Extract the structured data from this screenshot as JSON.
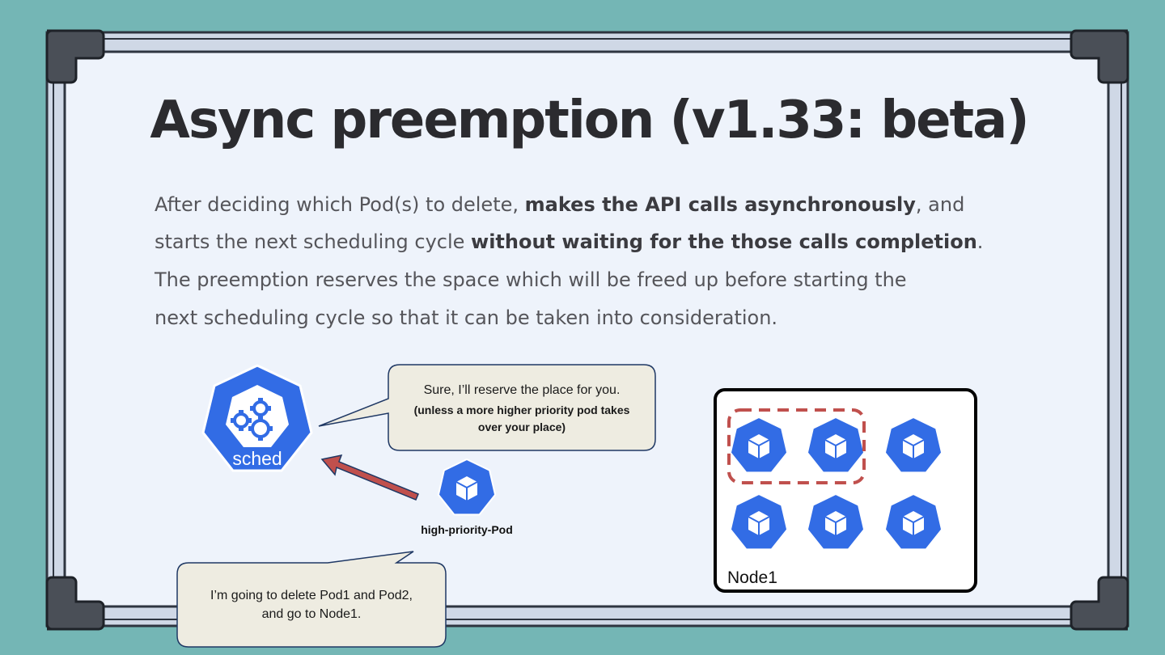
{
  "slide": {
    "title": "Async preemption (v1.33: beta)",
    "paragraph": {
      "line1_a": "After deciding which Pod(s) to delete, ",
      "line1_b": "makes the API calls asynchronously",
      "line1_c": ", and",
      "line2_a": "starts the next scheduling cycle ",
      "line2_b": "without waiting for the those calls completion",
      "line2_c": ".",
      "line3": "The preemption reserves the space which will be freed up before starting the",
      "line4": "next scheduling cycle so that it can be taken into consideration."
    }
  },
  "diagram": {
    "scheduler_label": "sched",
    "scheduler_bubble": {
      "line1": "Sure, I’ll reserve the place for you.",
      "line2": "(unless a more higher priority pod takes",
      "line3": "over your place)"
    },
    "pod_label": "high-priority-Pod",
    "pod_bubble": {
      "line1": "I’m going to delete Pod1 and Pod2,",
      "line2": "and go to Node1."
    },
    "node_label": "Node1"
  },
  "colors": {
    "background": "#74b6b5",
    "board": "#eef3fb",
    "k8s_blue": "#326ce5",
    "arrow": "#c0504d",
    "bubble_fill": "#eeece1",
    "bubble_border": "#1f3864"
  },
  "icons": [
    "kube-scheduler-icon",
    "gear-icon",
    "pod-cube-icon",
    "arrow-icon"
  ]
}
